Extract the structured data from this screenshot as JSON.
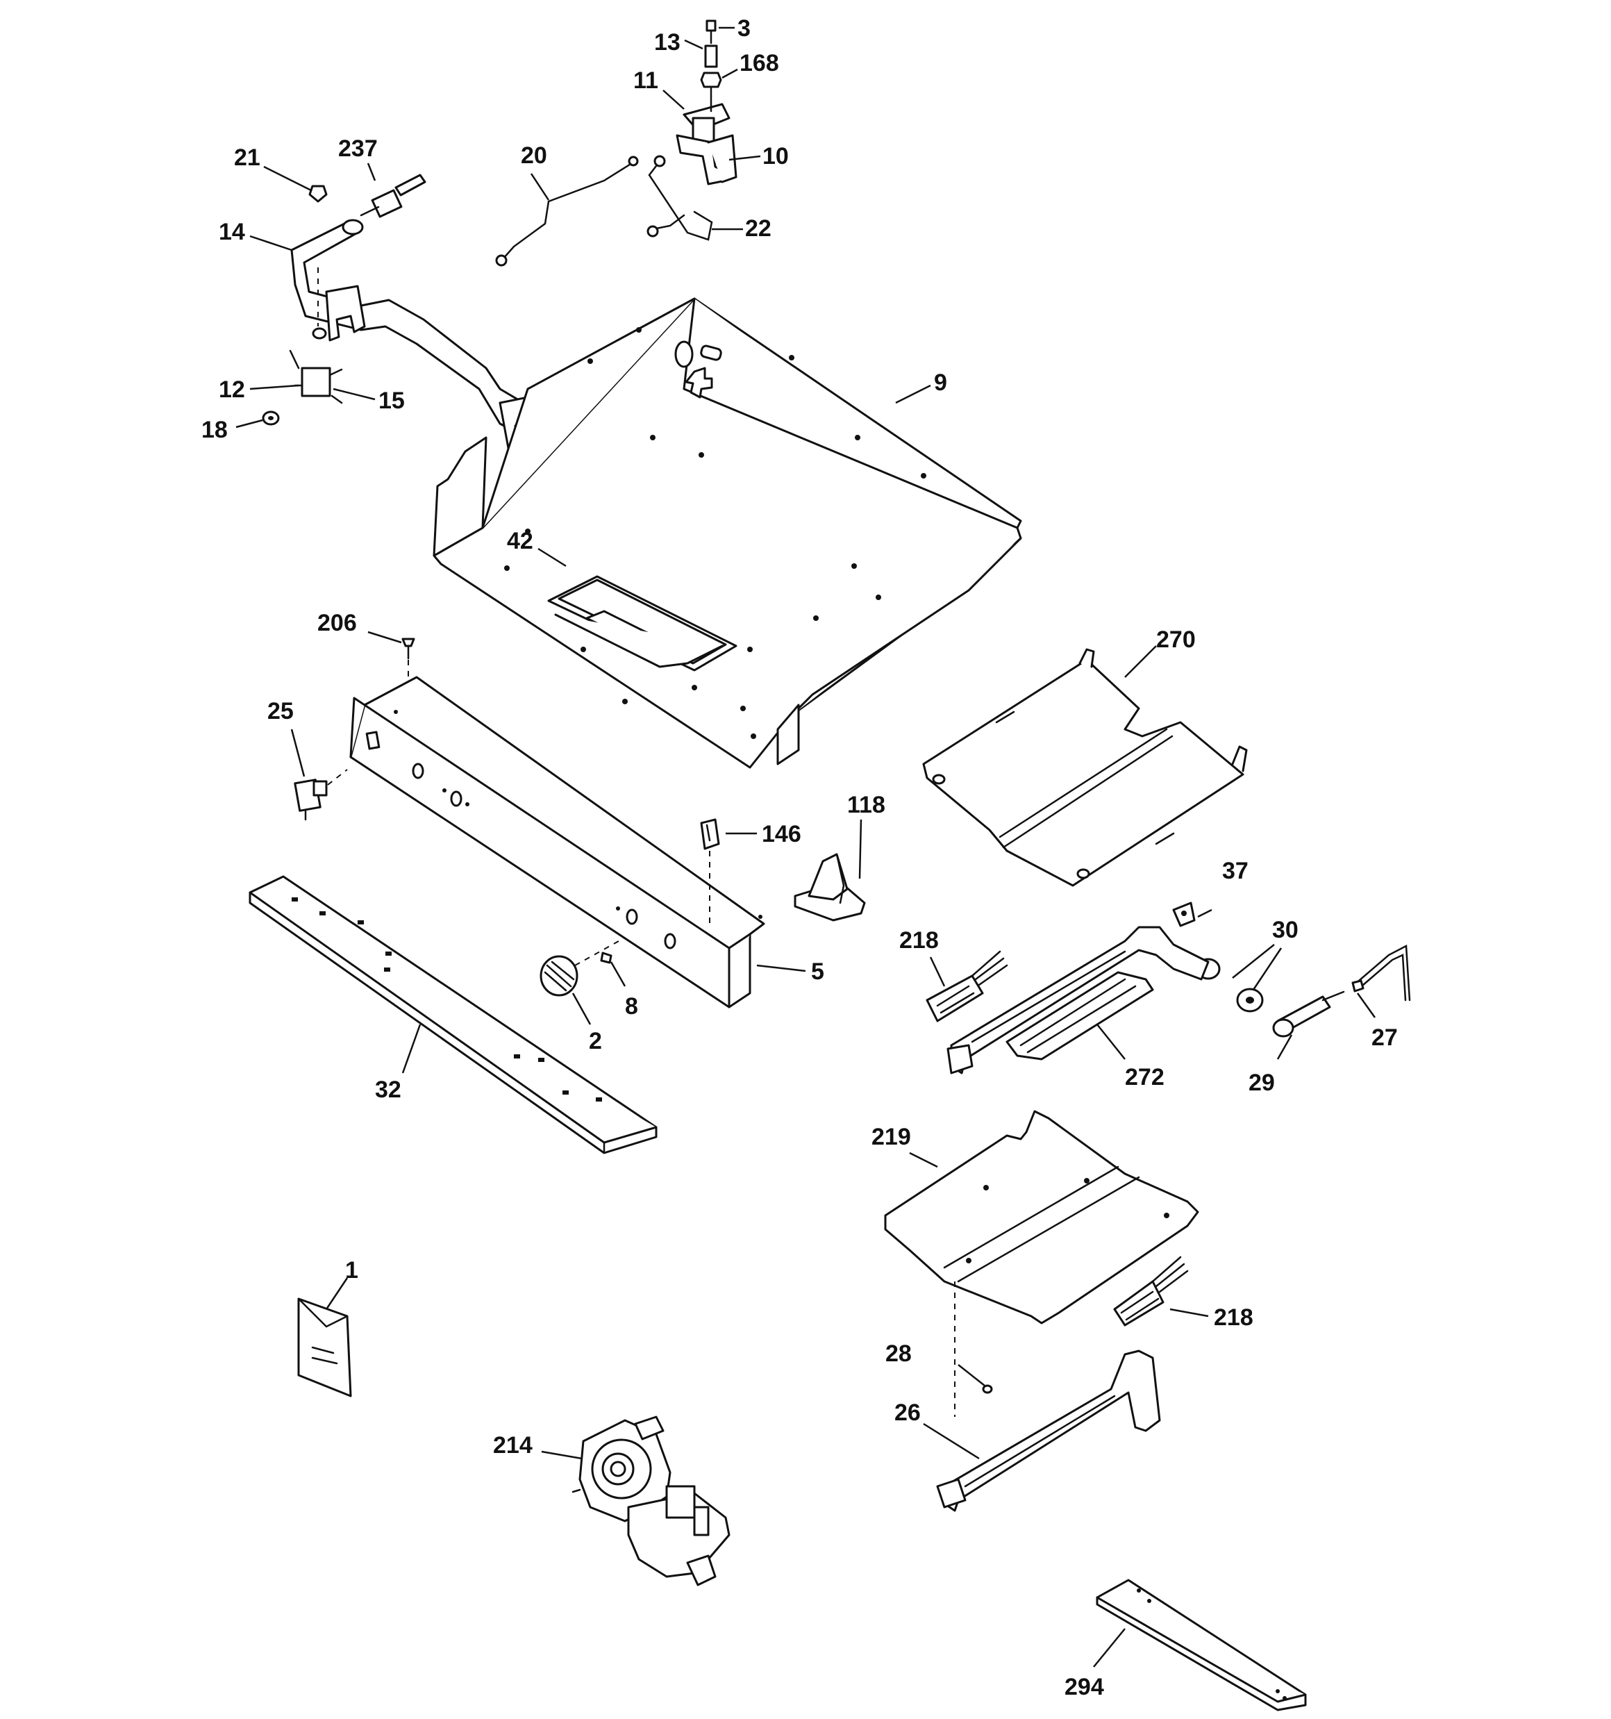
{
  "labels": {
    "p3": "3",
    "p13": "13",
    "p168": "168",
    "p11": "11",
    "p10": "10",
    "p20": "20",
    "p22": "22",
    "p21": "21",
    "p237": "237",
    "p14": "14",
    "p12": "12",
    "p15": "15",
    "p18": "18",
    "p9": "9",
    "p42": "42",
    "p206": "206",
    "p270": "270",
    "p25": "25",
    "p118": "118",
    "p146": "146",
    "p37": "37",
    "p30": "30",
    "p218a": "218",
    "p5": "5",
    "p8": "8",
    "p2": "2",
    "p27": "27",
    "p29": "29",
    "p272": "272",
    "p32": "32",
    "p219": "219",
    "p1": "1",
    "p218b": "218",
    "p28": "28",
    "p26": "26",
    "p214": "214",
    "p294": "294"
  }
}
